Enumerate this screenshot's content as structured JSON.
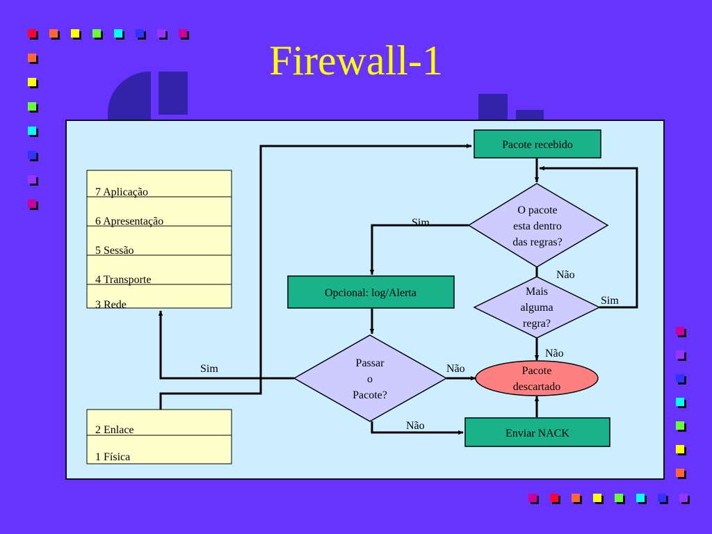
{
  "title": "Firewall-1",
  "colors": {
    "background": "#6633ff",
    "title": "#ffff00",
    "panel": "#cceeff",
    "process_box": "#1ab28a",
    "decision": "#ccccff",
    "terminal": "#ff8080",
    "osi_box": "#ffffcc"
  },
  "corner_squares": [
    "#ff0033",
    "#ff6633",
    "#ffff00",
    "#66ff33",
    "#00ffff",
    "#3333ff",
    "#9933ff",
    "#cc0099"
  ],
  "osi_upper": [
    "7    Aplicação",
    "6   Apresentação",
    "5   Sessão",
    "4   Transporte",
    "3   Rede"
  ],
  "osi_lower": [
    "2   Enlace",
    "1   Física"
  ],
  "nodes": {
    "received": "Pacote recebido",
    "in_rules": [
      "O pacote",
      "esta dentro",
      "das regras?"
    ],
    "more_rules": [
      "Mais",
      "alguma",
      "regra?"
    ],
    "optional": "Opcional: log/Alerta",
    "pass": [
      "Passar",
      "o",
      "Pacote?"
    ],
    "discarded": [
      "Pacote",
      "descartado"
    ],
    "nack": "Enviar NACK"
  },
  "edge_labels": {
    "in_rules_yes": "Sim",
    "in_rules_no": "Não",
    "more_yes": "Sim",
    "more_no": "Não",
    "pass_yes": "Sim",
    "pass_no_right": "Não",
    "pass_no_down": "Não"
  }
}
